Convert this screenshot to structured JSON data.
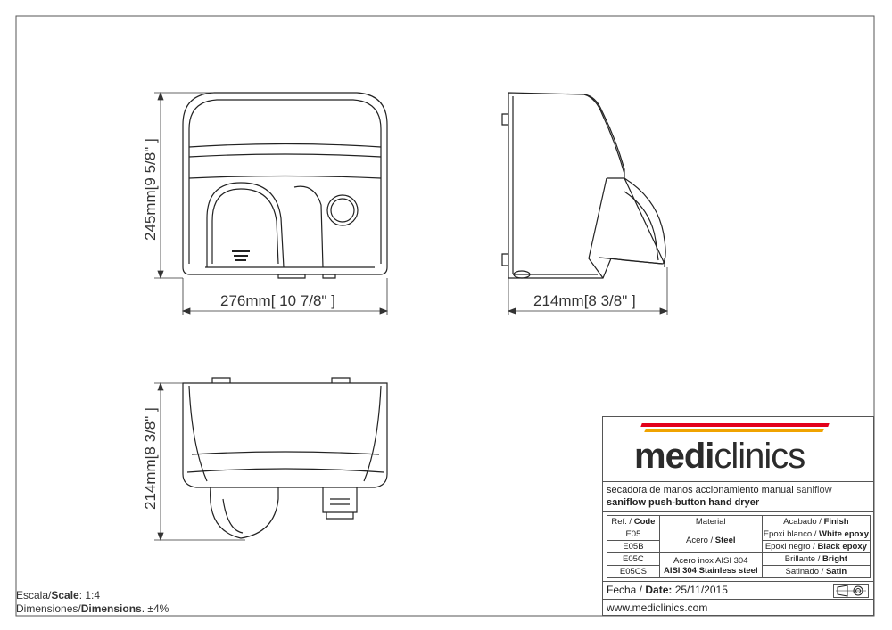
{
  "dimensions": {
    "front_width": "276mm",
    "front_width_in": "10 7/8\"",
    "front_height": "245mm",
    "front_height_in": "9 5/8\"",
    "side_depth": "214mm",
    "side_depth_in": "8 3/8\"",
    "bottom_depth": "214mm",
    "bottom_depth_in": "8 3/8\""
  },
  "scale_note": {
    "scale_es": "Escala/",
    "scale_en": "Scale",
    "scale_value": ":  1:4",
    "dims_es": "Dimensiones/",
    "dims_en": "Dimensions",
    "dims_value": ".  ±4%"
  },
  "title_block": {
    "logo_part1": "medi",
    "logo_part2": "clinics",
    "logo_colors": [
      "#e3001b",
      "#f0a300"
    ],
    "product_es": "secadora de manos accionamiento manual",
    "product_brand": "saniflow",
    "product_en": "saniflow push-button hand dryer",
    "headers": {
      "ref_es": "Ref. / ",
      "ref_en": "Code",
      "material": "Material",
      "finish_es": "Acabado / ",
      "finish_en": "Finish"
    },
    "rows": [
      {
        "code": "E05",
        "finish_es": "Epoxi blanco / ",
        "finish_en": "White epoxy"
      },
      {
        "code": "E05B",
        "finish_es": "Epoxi negro / ",
        "finish_en": "Black epoxy"
      },
      {
        "code": "E05C",
        "finish_es": "Brillante / ",
        "finish_en": "Bright"
      },
      {
        "code": "E05CS",
        "finish_es": "Satinado / ",
        "finish_en": "Satin"
      }
    ],
    "material_steel_es": "Acero / ",
    "material_steel_en": "Steel",
    "material_inox_es": "Acero inox AISI 304",
    "material_inox_en": "AISI 304 Stainless steel",
    "date_es": "Fecha / ",
    "date_en": "Date:",
    "date_value": " 25/11/2015",
    "website": "www.mediclinics.com"
  }
}
